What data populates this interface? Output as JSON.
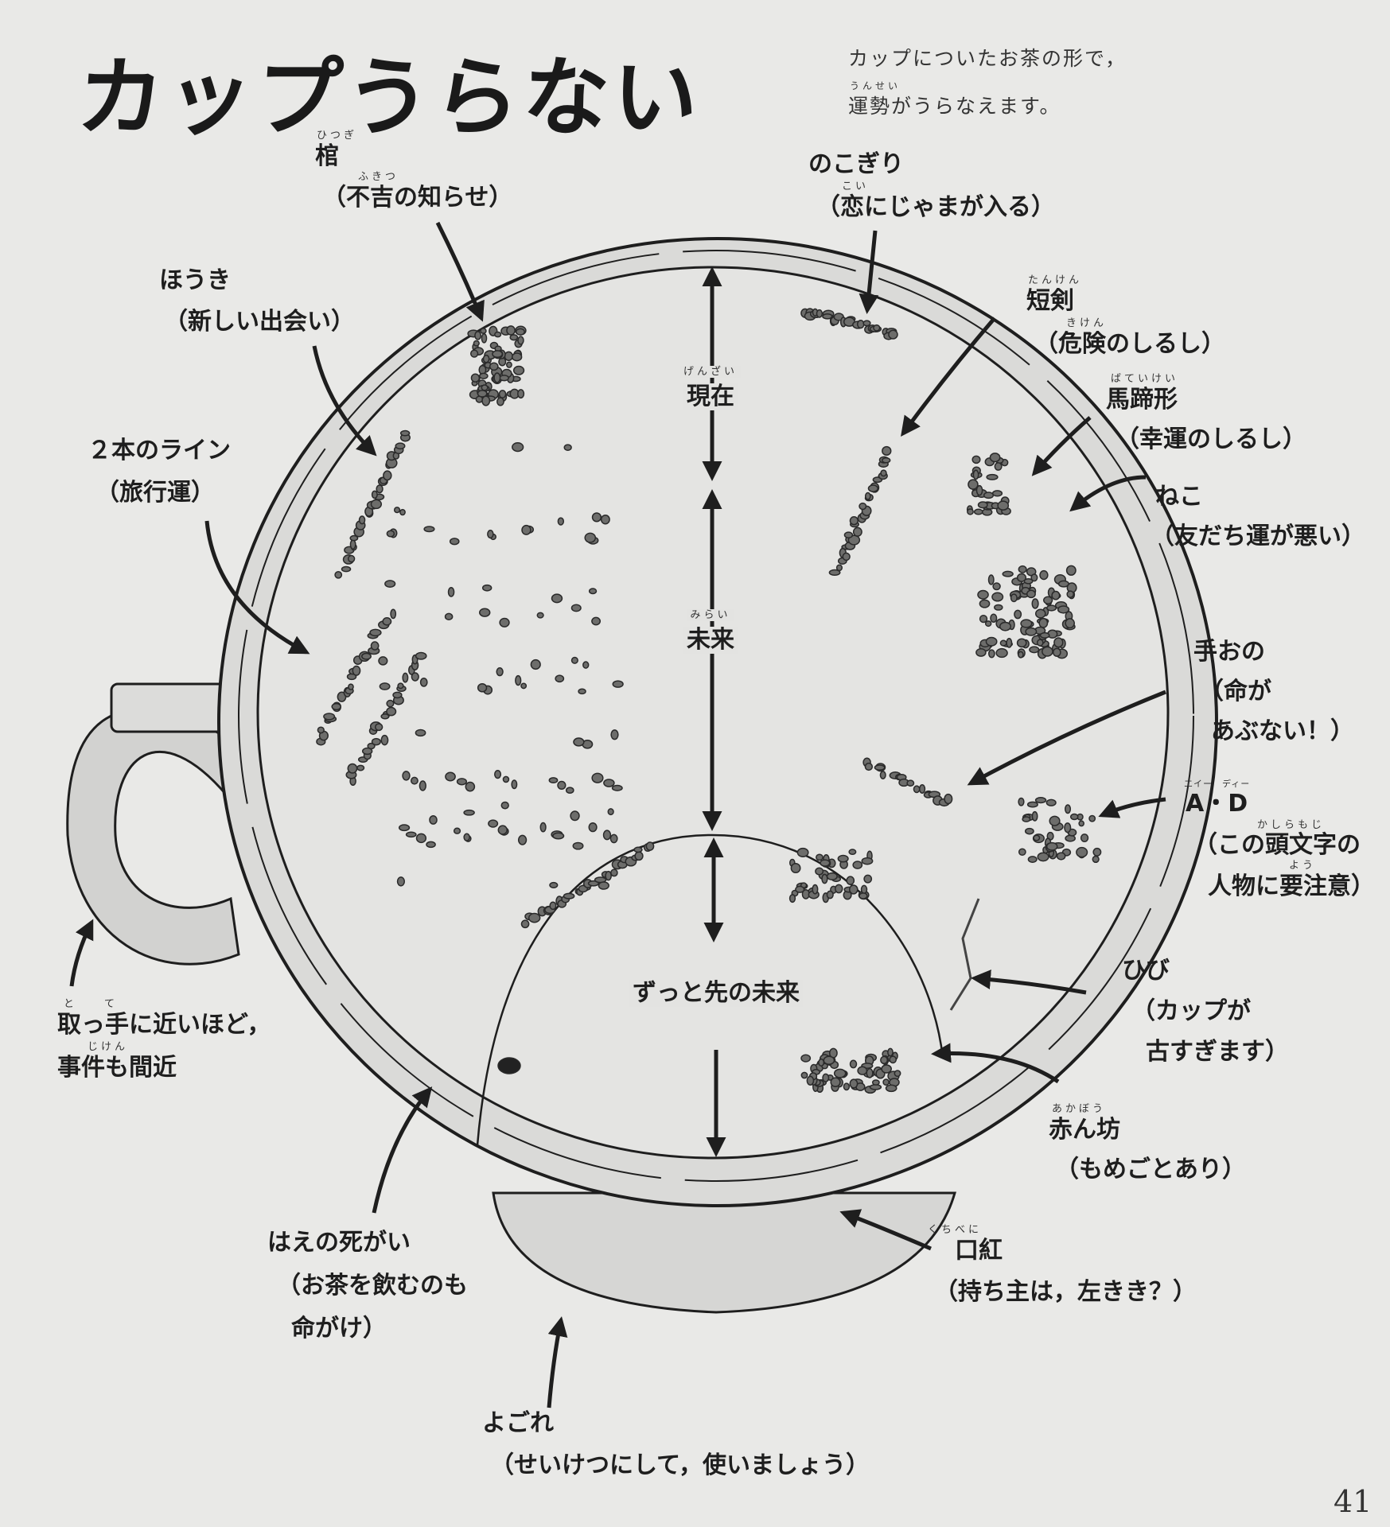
{
  "title": "カップうらない",
  "subtitle": {
    "line1": "カップについたお茶の形で，",
    "line2": "運勢がうらなえます。",
    "line2_ruby": "うんせい"
  },
  "labels": {
    "coffin": {
      "name": "棺",
      "ruby": "ひつぎ",
      "meaning": "（不吉の知らせ）",
      "meaning_ruby": "ふきつ"
    },
    "saw": {
      "name": "のこぎり",
      "meaning": "（恋にじゃまが入る）",
      "meaning_ruby": "こい"
    },
    "dagger": {
      "name": "短剣",
      "ruby": "たんけん",
      "meaning": "（危険のしるし）",
      "meaning_ruby": "きけん"
    },
    "horseshoe": {
      "name": "馬蹄形",
      "ruby": "ばていけい",
      "meaning": "（幸運のしるし）"
    },
    "cat": {
      "name": "ねこ",
      "meaning": "（友だち運が悪い）"
    },
    "axe": {
      "name": "手おの",
      "meaning_line1": "（命が",
      "meaning_line2": "あぶない！）"
    },
    "initials": {
      "name": "A・D",
      "ruby": "エイー　ディー",
      "meaning_line1": "（この頭文字の",
      "meaning_line1_ruby": "かしらもじ",
      "meaning_line2": "人物に要注意）",
      "meaning_line2_ruby": "よう"
    },
    "crack": {
      "name": "ひび",
      "meaning_line1": "（カップが",
      "meaning_line2": "古すぎます）"
    },
    "baby": {
      "name": "赤ん坊",
      "ruby": "あかぼう",
      "meaning": "（もめごとあり）"
    },
    "lipstick": {
      "name": "口紅",
      "ruby": "くちべに",
      "meaning": "（持ち主は，左きき？）"
    },
    "stain": {
      "name": "よごれ",
      "meaning": "（せいけつにして，使いましょう）"
    },
    "fly": {
      "name": "はえの死がい",
      "meaning_line1": "（お茶を飲むのも",
      "meaning_line2": "命がけ）"
    },
    "handle_note": {
      "line1": "取っ手に近いほど，",
      "line1_ruby": "と　　て",
      "line2": "事件も間近",
      "line2_ruby": "じけん"
    },
    "two_lines": {
      "name": "２本のライン",
      "meaning": "（旅行運）"
    },
    "broom": {
      "name": "ほうき",
      "meaning": "（新しい出会い）"
    }
  },
  "zones": {
    "present": {
      "label": "現在",
      "ruby": "げんざい"
    },
    "future": {
      "label": "未来",
      "ruby": "みらい"
    },
    "far_future": {
      "label": "ずっと先の未来"
    }
  },
  "page_number": "41",
  "colors": {
    "paper": "#e9e9e7",
    "ink": "#1e1e1e",
    "tea_leaf": "#6d6d6b",
    "cup_shade": "#c9c9c7"
  }
}
